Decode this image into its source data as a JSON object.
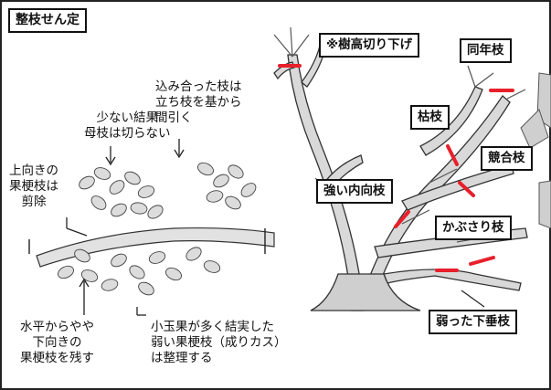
{
  "title": "整枝せん定",
  "left_notes": {
    "sukunai": [
      "少ない結果",
      "母枝は切らない"
    ],
    "komiatta": [
      "込み合った枝は",
      "立ち枝を基から",
      "間引く"
    ],
    "uemuki": [
      "上向きの",
      "果梗枝は",
      "剪除"
    ],
    "suihei": [
      "水平からやや",
      "下向きの",
      "果梗枝を残す"
    ],
    "kodama": [
      "小玉果が多く結実した",
      "弱い果梗枝（成りカス）",
      "は整理する"
    ]
  },
  "tree_labels": {
    "jukou": "※樹高切り下げ",
    "dounen": "同年枝",
    "kare": "枯枝",
    "kyougou": "競合枝",
    "tsuyoi": "強い内向枝",
    "kabusari": "かぶさり枝",
    "yowatta": "弱った下垂枝"
  },
  "colors": {
    "cut_mark": "#e8202a",
    "branch_fill": "#d9d9d9",
    "leaf_fill": "#dcdcdc"
  }
}
